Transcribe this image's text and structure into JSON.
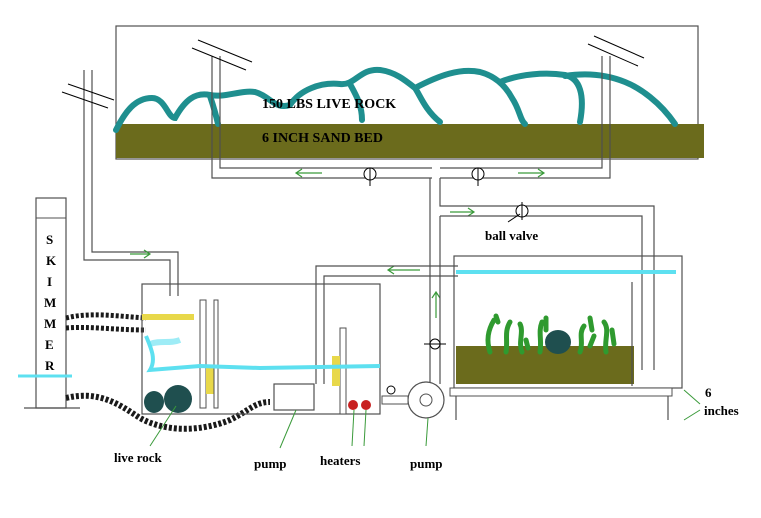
{
  "labels": {
    "live_rock_top": "150 LBS LIVE ROCK",
    "sand_bed": "6 INCH SAND BED",
    "ball_valve": "ball valve",
    "skimmer_letters": [
      "S",
      "K",
      "I",
      "M",
      "M",
      "E",
      "R"
    ],
    "live_rock": "live rock",
    "pump_sump": "pump",
    "heaters": "heaters",
    "pump_return": "pump",
    "six": "6",
    "inches": "inches"
  },
  "colors": {
    "sand": "#6b6b1c",
    "rock_teal": "#1f8f8f",
    "water_line": "#5de0f0",
    "coral_green": "#2f9a2f",
    "rock_dark": "#1f4f4f",
    "heater_red": "#c82020",
    "baffle_yellow": "#e8d84a",
    "arrow_green": "#3a9a3a"
  }
}
